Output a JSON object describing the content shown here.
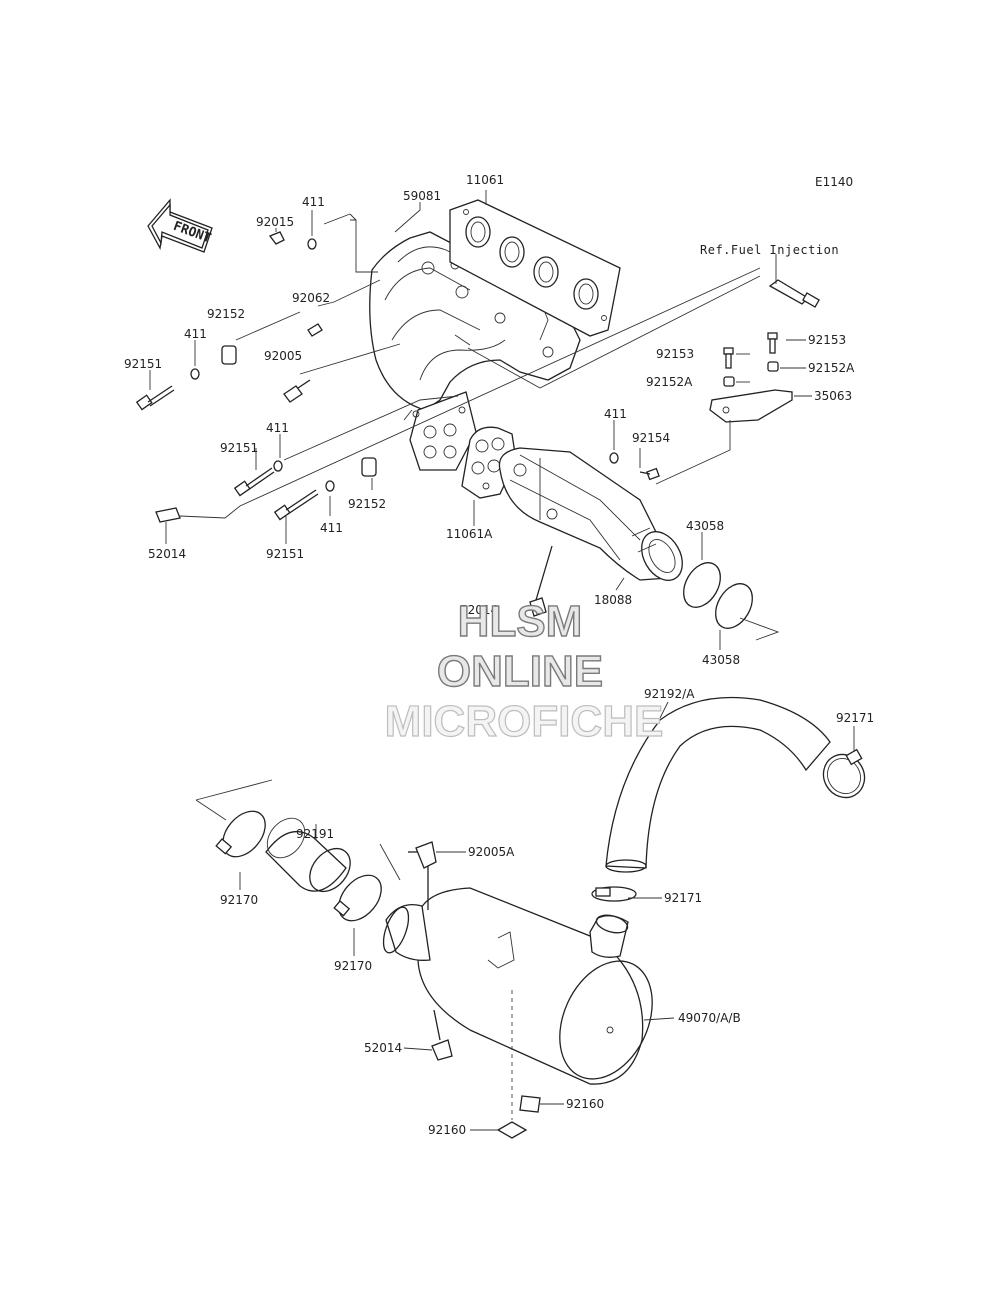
{
  "diagram": {
    "code": "E1140",
    "ref_label": "Ref.Fuel Injection",
    "front_label": "FRONT",
    "watermark": {
      "line1": "HLSM",
      "line2": "ONLINE",
      "line3": "MICROFICHE"
    },
    "parts": [
      {
        "id": "p11061",
        "number": "11061"
      },
      {
        "id": "p59081",
        "number": "59081"
      },
      {
        "id": "p411a",
        "number": "411"
      },
      {
        "id": "p92015",
        "number": "92015"
      },
      {
        "id": "p92062",
        "number": "92062"
      },
      {
        "id": "p92152a",
        "number": "92152"
      },
      {
        "id": "p411b",
        "number": "411"
      },
      {
        "id": "p92151a",
        "number": "92151"
      },
      {
        "id": "p92005",
        "number": "92005"
      },
      {
        "id": "p411c",
        "number": "411"
      },
      {
        "id": "p92151b",
        "number": "92151"
      },
      {
        "id": "p92152b",
        "number": "92152"
      },
      {
        "id": "p11061A",
        "number": "11061A"
      },
      {
        "id": "p411d",
        "number": "411"
      },
      {
        "id": "p92151c",
        "number": "92151"
      },
      {
        "id": "p52014a",
        "number": "52014"
      },
      {
        "id": "p411e",
        "number": "411"
      },
      {
        "id": "p92154",
        "number": "92154"
      },
      {
        "id": "p92153a",
        "number": "92153"
      },
      {
        "id": "p92153b",
        "number": "92153"
      },
      {
        "id": "p92152Aa",
        "number": "92152A"
      },
      {
        "id": "p92152Ab",
        "number": "92152A"
      },
      {
        "id": "p35063",
        "number": "35063"
      },
      {
        "id": "p43058a",
        "number": "43058"
      },
      {
        "id": "p18088",
        "number": "18088"
      },
      {
        "id": "p52014b",
        "number": "52014"
      },
      {
        "id": "p43058b",
        "number": "43058"
      },
      {
        "id": "p92192",
        "number": "92192/A"
      },
      {
        "id": "p92171a",
        "number": "92171"
      },
      {
        "id": "p92191",
        "number": "92191"
      },
      {
        "id": "p92170a",
        "number": "92170"
      },
      {
        "id": "p92005A",
        "number": "92005A"
      },
      {
        "id": "p92171b",
        "number": "92171"
      },
      {
        "id": "p92170b",
        "number": "92170"
      },
      {
        "id": "p49070",
        "number": "49070/A/B"
      },
      {
        "id": "p52014c",
        "number": "52014"
      },
      {
        "id": "p92160a",
        "number": "92160"
      },
      {
        "id": "p92160b",
        "number": "92160"
      }
    ]
  }
}
